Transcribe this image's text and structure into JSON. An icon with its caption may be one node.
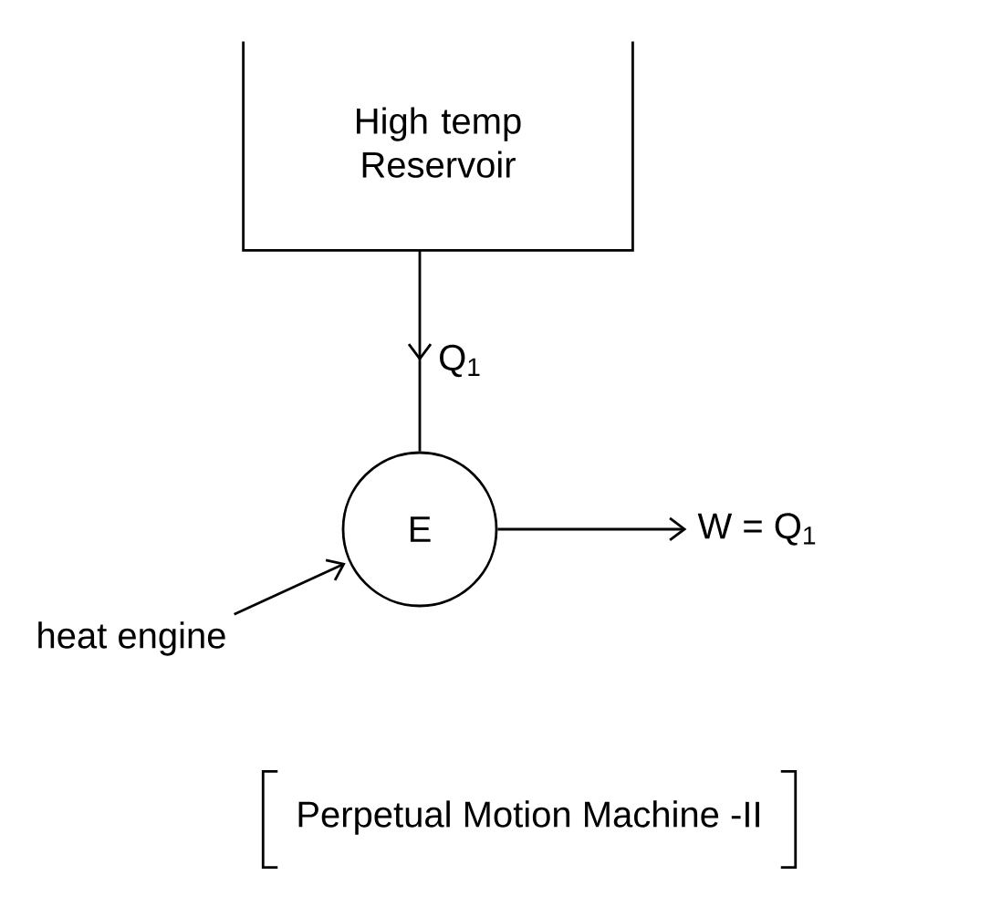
{
  "diagram": {
    "caption": "Perpetual Motion Machine -II",
    "nodes": [
      {
        "text": [
          "High temp Reservoir"
        ]
      },
      {
        "text": [
          "E"
        ]
      },
      {
        "text": [
          "W = Q$_{1}$"
        ]
      },
      {
        "text": [
          "heat engine"
        ]
      }
    ],
    "edges": [
      {
        "from": 0,
        "to": 1,
        "arrow": "to",
        "label": "Q$_{1}$"
      },
      {
        "from": 1,
        "to": 2,
        "arrow": "to"
      },
      {
        "from": 3,
        "to": 1,
        "arrow": "to"
      }
    ]
  }
}
